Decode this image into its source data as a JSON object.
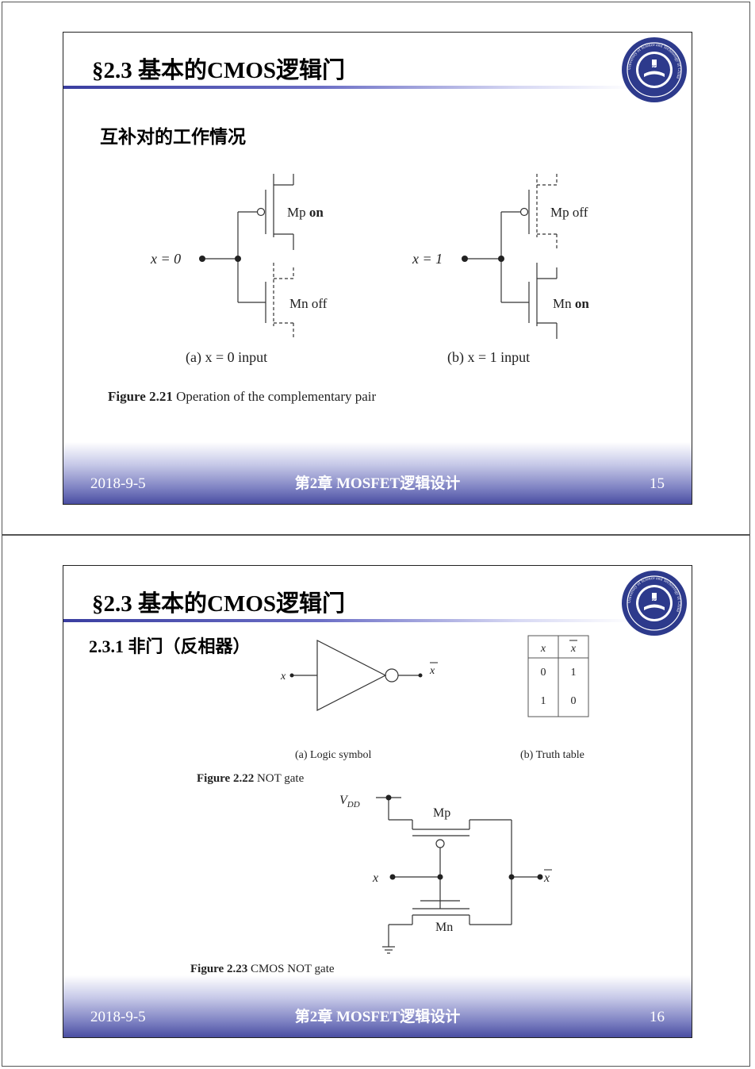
{
  "slide1": {
    "title": "§2.3  基本的CMOS逻辑门",
    "heading": "互补对的工作情况",
    "figure": {
      "left": {
        "input_label": "x = 0",
        "mp_name": "Mp",
        "mp_state": "on",
        "mn_name": "Mn",
        "mn_state": "off",
        "caption": "(a)  x = 0 input"
      },
      "right": {
        "input_label": "x = 1",
        "mp_name": "Mp",
        "mp_state": "off",
        "mn_name": "Mn",
        "mn_state": "on",
        "caption": "(b)  x = 1 input"
      },
      "caption_label": "Figure 2.21",
      "caption_text": "Operation of the complementary pair"
    },
    "footer": {
      "date": "2018-9-5",
      "chapter": "第2章  MOSFET逻辑设计",
      "page": "15"
    }
  },
  "slide2": {
    "title": "§2.3  基本的CMOS逻辑门",
    "heading": "2.3.1  非门（反相器）",
    "logic_symbol": {
      "input": "x",
      "output": "x",
      "caption": "(a) Logic symbol"
    },
    "truth_table": {
      "headers": [
        "x",
        "x"
      ],
      "rows": [
        [
          "0",
          "1"
        ],
        [
          "1",
          "0"
        ]
      ],
      "caption": "(b) Truth table"
    },
    "figure22": {
      "label": "Figure 2.22",
      "text": "NOT gate"
    },
    "circuit": {
      "vdd": "V",
      "vdd_sub": "DD",
      "mp": "Mp",
      "mn": "Mn",
      "input": "x",
      "output": "x"
    },
    "figure23": {
      "label": "Figure 2.23",
      "text": "CMOS NOT gate"
    },
    "footer": {
      "date": "2018-9-5",
      "chapter": "第2章  MOSFET逻辑设计",
      "page": "16"
    }
  },
  "logo": {
    "year": "1958",
    "ring_text": "University of Science and Technology of China"
  },
  "colors": {
    "accent": "#3a3ea0",
    "footer": "#4a4ea2"
  }
}
